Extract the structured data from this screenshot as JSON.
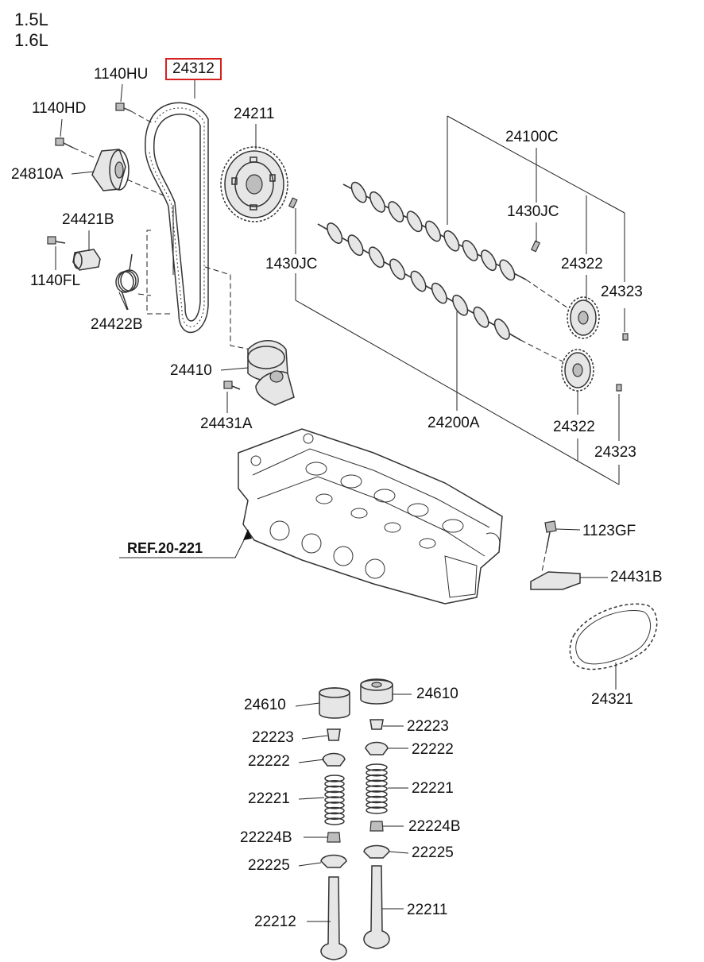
{
  "engine": [
    "1.5L",
    "1.6L"
  ],
  "highlight": "24312",
  "reference": "REF.20-221",
  "labels": {
    "l_1140HU": "1140HU",
    "l_1140HD": "1140HD",
    "l_24810A": "24810A",
    "l_24421B": "24421B",
    "l_1140FL": "1140FL",
    "l_24422B": "24422B",
    "l_24211": "24211",
    "l_24100C": "24100C",
    "l_1430JC_a": "1430JC",
    "l_1430JC_b": "1430JC",
    "l_24322_a": "24322",
    "l_24323_a": "24323",
    "l_24410": "24410",
    "l_24431A": "24431A",
    "l_24200A": "24200A",
    "l_24322_b": "24322",
    "l_24323_b": "24323",
    "l_1123GF": "1123GF",
    "l_24431B": "24431B",
    "l_24321": "24321",
    "l_24610_a": "24610",
    "l_24610_b": "24610",
    "l_22223_a": "22223",
    "l_22223_b": "22223",
    "l_22222_a": "22222",
    "l_22222_b": "22222",
    "l_22221_a": "22221",
    "l_22221_b": "22221",
    "l_22224B_a": "22224B",
    "l_22224B_b": "22224B",
    "l_22225_a": "22225",
    "l_22225_b": "22225",
    "l_22212": "22212",
    "l_22211": "22211"
  },
  "colors": {
    "highlight_border": "#d62020",
    "line": "#333333"
  }
}
